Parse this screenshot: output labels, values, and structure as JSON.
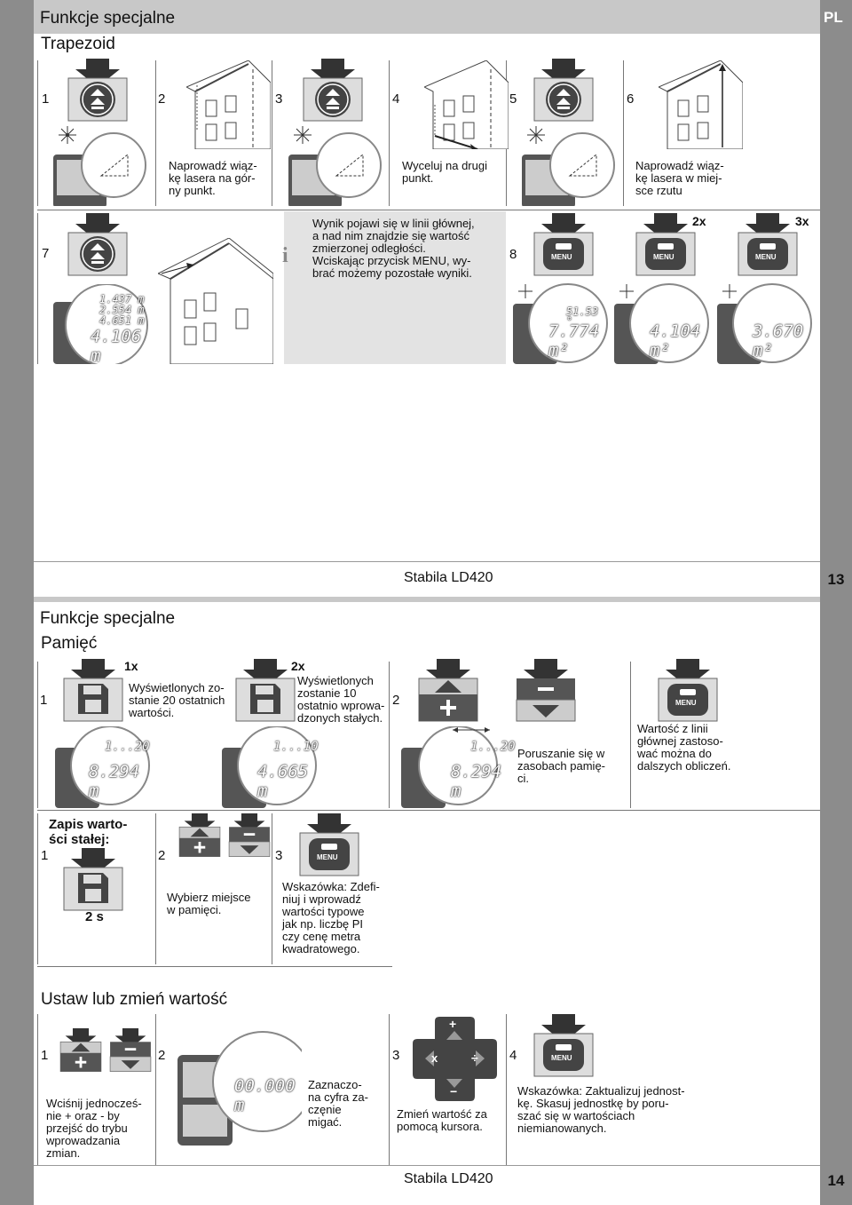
{
  "language_tab": "PL",
  "page13": {
    "page_number": "13",
    "footer": "Stabila LD420",
    "title": "Funkcje specjalne",
    "subtitle": "Trapezoid",
    "steps": [
      "1",
      "2",
      "3",
      "4",
      "5",
      "6",
      "7",
      "8"
    ],
    "step2_text": "Naprowadź wiąz-\nkę lasera na gór-\nny punkt.",
    "step4_text": "Wyceluj na drugi\npunkt.",
    "step6_text": "Naprowadź wiąz-\nkę lasera w miej-\nsce rzutu",
    "info_icon": "i",
    "info_text": "Wynik pojawi się w linii głównej,\na nad nim znajdzie się wartość\nzmierzonej odległości.\nWciskając przycisk MENU, wy-\nbrać możemy pozostałe wyniki.",
    "display7_lines": [
      "1.437 m",
      "2.554 m",
      "4.651 m"
    ],
    "display7_main": "4.106 m",
    "menu_label": "MENU",
    "press2": "2x",
    "press3": "3x",
    "display8a_angle": "51.53 °",
    "display8a_main": "7.774 m²",
    "display8b_main": "4.104 m²",
    "display8c_main": "3.670 m²"
  },
  "page14": {
    "page_number": "14",
    "footer": "Stabila LD420",
    "title": "Funkcje specjalne",
    "subtitle": "Pamięć",
    "mem_step1": "1",
    "mem_step2": "2",
    "press1": "1x",
    "press2": "2x",
    "mem1_text": "Wyświetlonych zo-\nstanie 20 ostatnich\nwartości.",
    "mem2_text": "Wyświetlonych\nzostanie 10\nostatnio wprowa-\ndzonych stałych.",
    "disp_mem1_top": "1...20",
    "disp_mem1_main": "8.294 m",
    "disp_mem2_top": "1...10",
    "disp_mem2_main": "4.665 m",
    "disp_mem3_top": "1...20",
    "disp_mem3_main": "8.294 m",
    "nav_text": "Poruszanie się w\nzasobach pamię-\nci.",
    "use_text": "Wartość z linii\ngłównej zastoso-\nwać można do\ndalszych obliczeń.",
    "menu_label": "MENU",
    "const_title": "Zapis warto-\nści stałej:",
    "const_steps": [
      "1",
      "2",
      "3"
    ],
    "hold_time": "2 s",
    "const2_text": "Wybierz miejsce\nw pamięci.",
    "const3_text": "Wskazówka: Zdefi-\nniuj i wprowadź\nwartości typowe\njak np. liczbę PI\nczy cenę metra\nkwadratowego.",
    "set_title": "Ustaw lub zmień wartość",
    "set_steps": [
      "1",
      "2",
      "3",
      "4"
    ],
    "set1_text": "Wciśnij jednocześ-\nnie + oraz - by\nprzejść do trybu\nwprowadzania\nzmian.",
    "set2_display": "00.000 m",
    "set2_text": "Zaznaczo-\nna cyfra za-\nczęnie\nmigać.",
    "set3_text": "Zmień wartość za\npomocą kursora.",
    "set4_text": "Wskazówka: Zaktualizuj jednost-\nkę. Skasuj jednostkę by poru-\nszać się w wartościach\nniemianowanych.",
    "pad_plus": "+",
    "pad_minus": "−",
    "pad_times": "x",
    "pad_div": "÷"
  }
}
